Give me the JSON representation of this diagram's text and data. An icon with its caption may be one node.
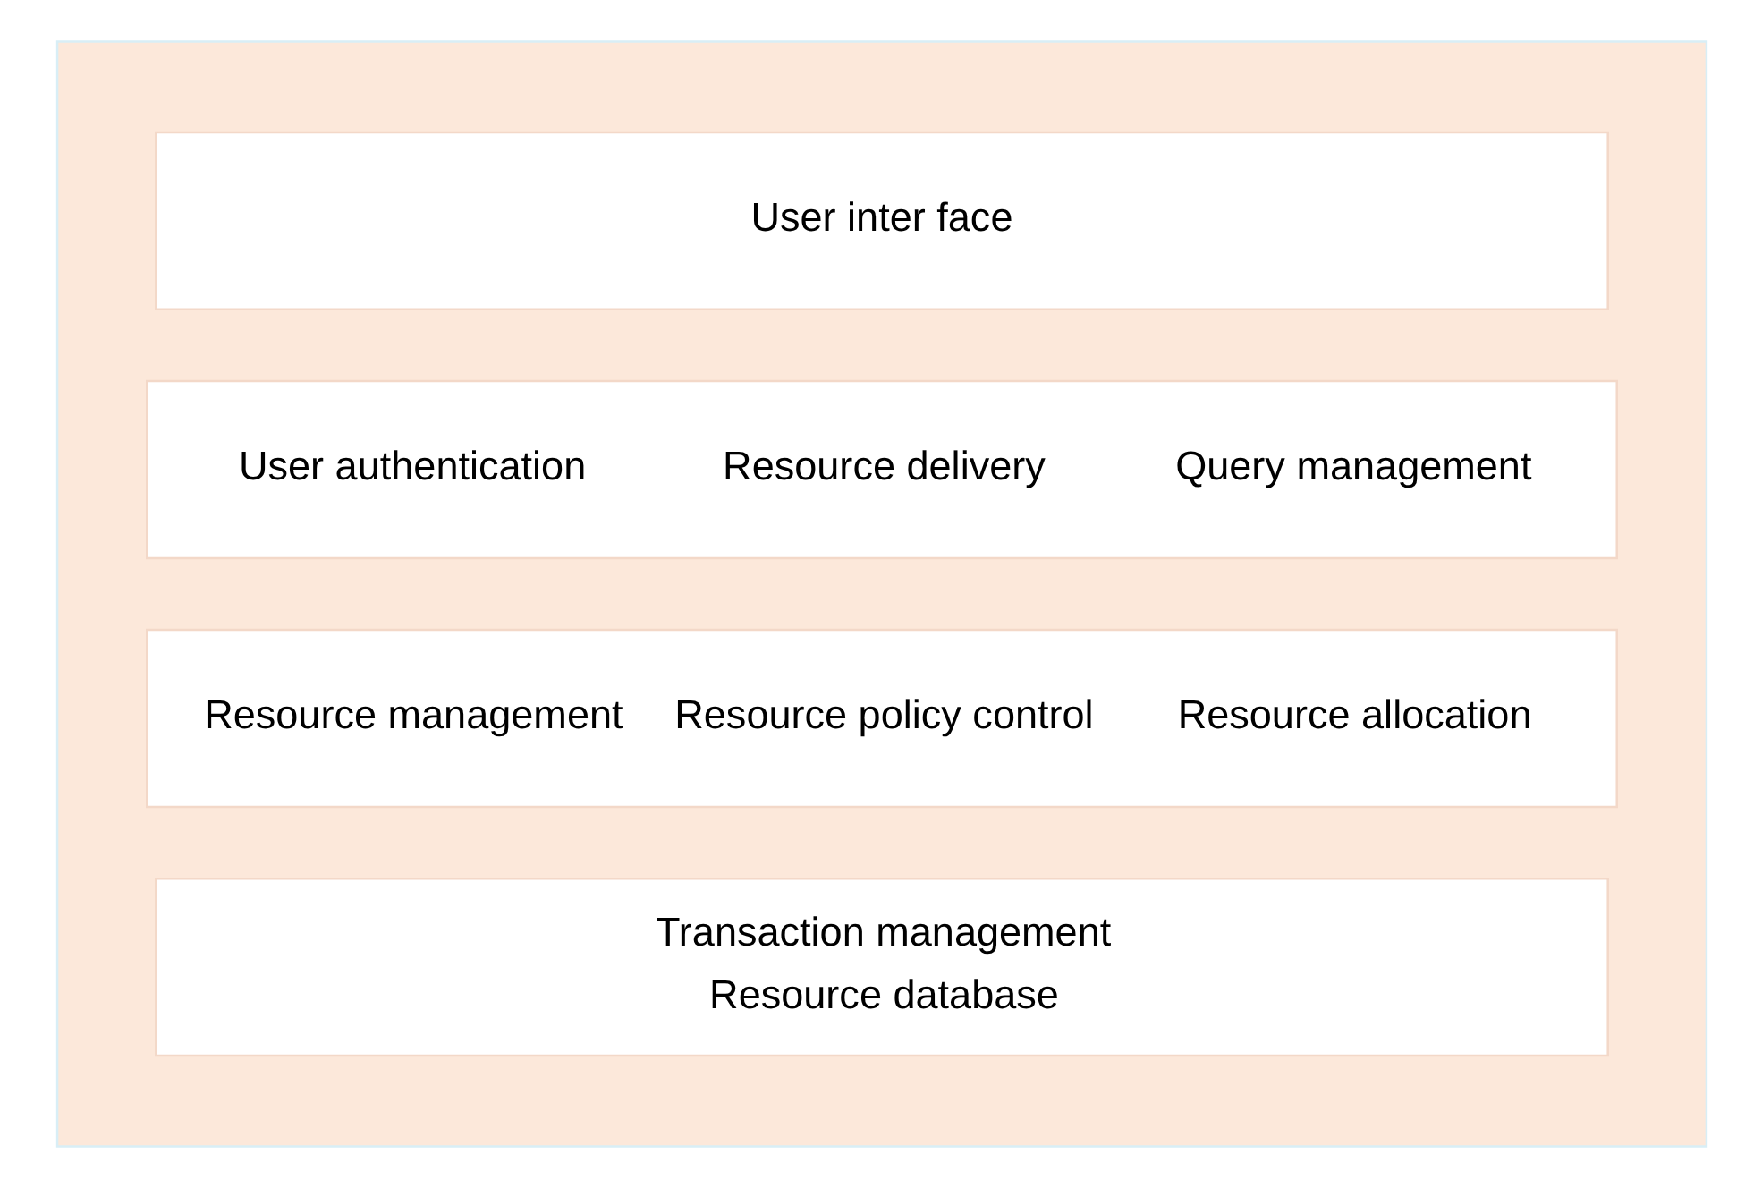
{
  "diagram": {
    "nodes": [
      {
        "text": [],
        "shape": "box"
      },
      {
        "text": [
          "User inter face"
        ],
        "in": 0
      },
      {
        "text": [
          "User authentication",
          "Resource delivery",
          "Query management"
        ],
        "in": 0
      },
      {
        "text": [
          "Resource management",
          "Resource policy control",
          "Resource allocation"
        ],
        "in": 0
      },
      {
        "text": [
          "Transaction management",
          "Resource database"
        ],
        "in": 0
      }
    ],
    "edges": []
  }
}
